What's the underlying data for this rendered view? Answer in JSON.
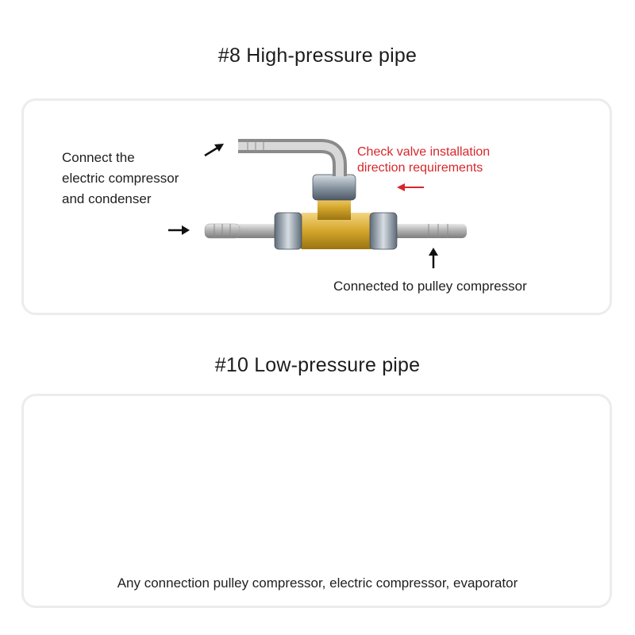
{
  "sections": {
    "high_pressure": {
      "title": "#8 High-pressure pipe",
      "label_left": [
        "Connect the",
        "electric compressor",
        "and condenser"
      ],
      "label_check_valve": [
        "Check valve installation",
        "direction requirements"
      ],
      "label_bottom": "Connected to pulley compressor",
      "fitting_color": "#d4a52a"
    },
    "low_pressure": {
      "title": "#10 Low-pressure pipe",
      "label_bottom": "Any connection pulley compressor, electric compressor, evaporator",
      "fitting_color": "#c4c4c4"
    }
  },
  "colors": {
    "accent_red": "#d8262a",
    "panel_border": "#ececec",
    "text": "#1f1f1f"
  },
  "icons": [
    "arrow-up-right-icon",
    "arrow-right-icon",
    "arrow-left-red-icon",
    "arrow-up-icon"
  ]
}
